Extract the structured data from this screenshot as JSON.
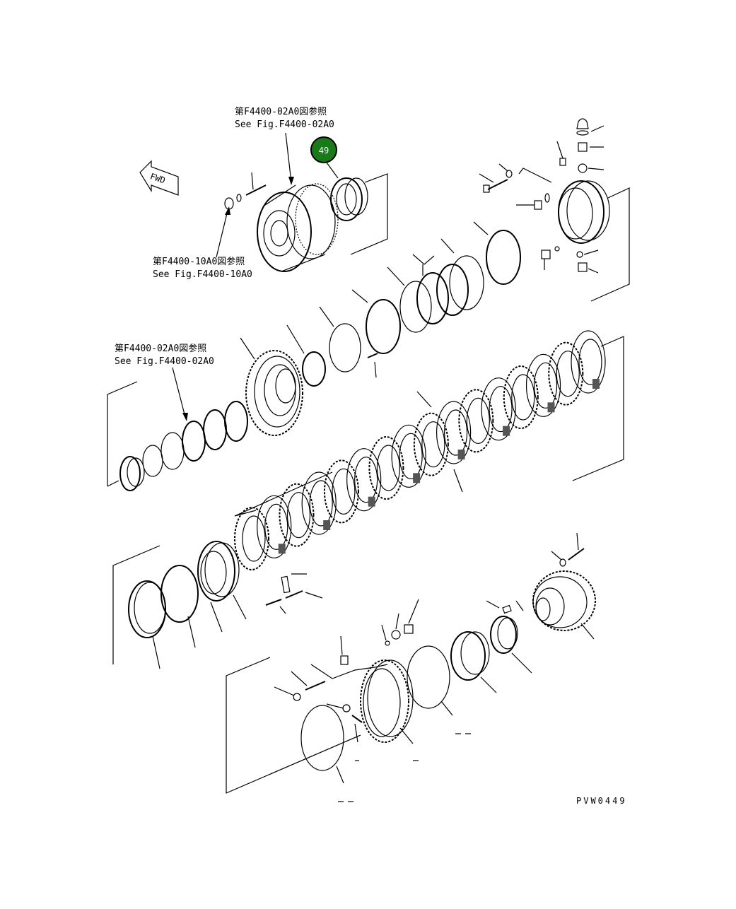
{
  "labels": {
    "ref_top_jp": "第F4400-02A0図参照",
    "ref_top_en": "See Fig.F4400-02A0",
    "ref_mid_jp": "第F4400-10A0図参照",
    "ref_mid_en": "See Fig.F4400-10A0",
    "ref_left_jp": "第F4400-02A0図参照",
    "ref_left_en": "See Fig.F4400-02A0",
    "fwd": "FWD",
    "figure_code": "PVW0449"
  },
  "callout": {
    "number": "49",
    "color": "#1a7a1a"
  },
  "icons": [
    "fwd-arrow-icon"
  ]
}
